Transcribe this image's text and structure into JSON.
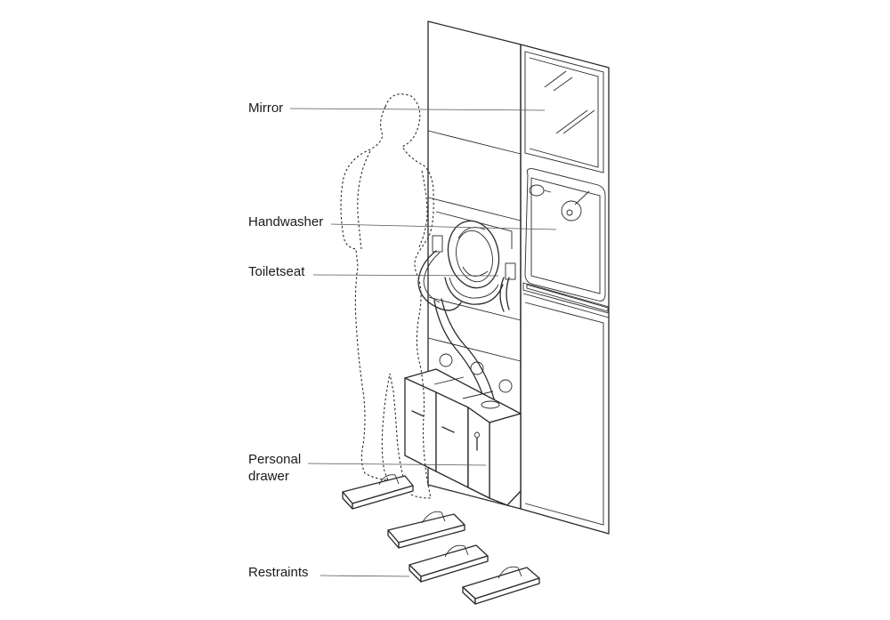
{
  "labels": {
    "mirror": "Mirror",
    "handwasher": "Handwasher",
    "toiletseat": "Toiletseat",
    "personal_line1": "Personal",
    "personal_line2": "drawer",
    "restraints": "Restraints"
  }
}
